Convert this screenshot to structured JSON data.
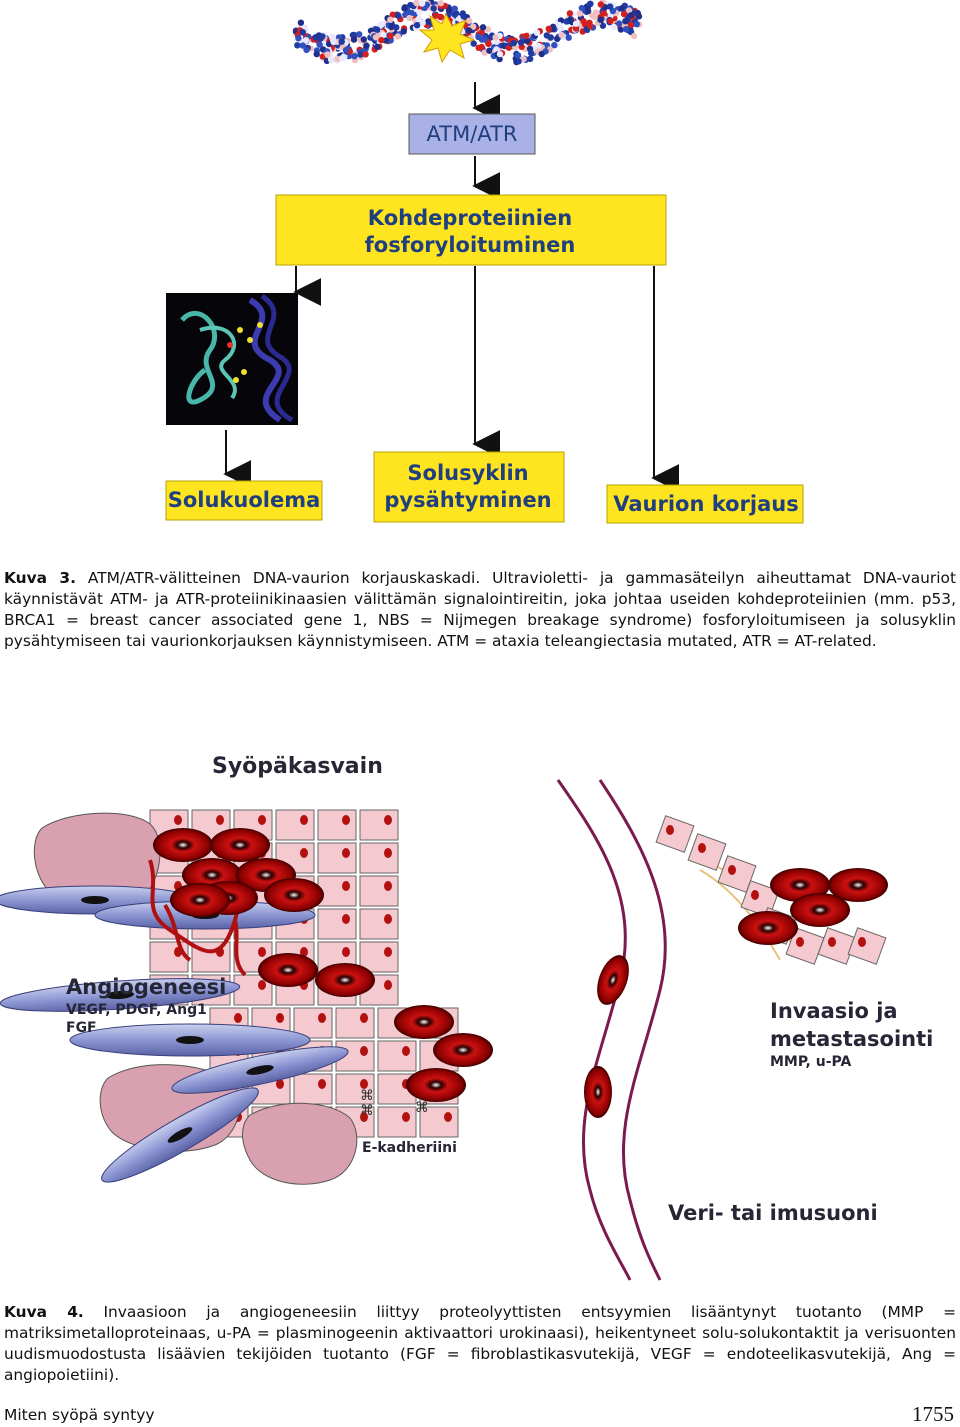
{
  "figure3": {
    "atm_box": "ATM/ATR",
    "target_box_line1": "Kohdeproteiinien",
    "target_box_line2": "fosforyloituminen",
    "death_box": "Solukuolema",
    "cycle_box_line1": "Solusyklin",
    "cycle_box_line2": "pysähtyminen",
    "repair_box": "Vaurion korjaus",
    "caption_label": "Kuva 3.",
    "caption_text": "ATM/ATR-välitteinen DNA-vaurion korjauskaskadi. Ultravioletti- ja gammasäteilyn aiheuttamat DNA-vauriot käynnistävät ATM- ja ATR-proteiinikinaasien välittämän signalointireitin, joka johtaa useiden kohdeproteiinien (mm. p53, BRCA1 = breast cancer associated gene 1, NBS = Nijmegen breakage syndrome) fosforyloitumiseen ja solusyklin pysähtymiseen tai vaurionkorjauksen käynnistymiseen. ATM = ataxia teleangiectasia mutated, ATR = AT-related."
  },
  "figure4": {
    "title": "Syöpäkasvain",
    "angio_title": "Angiogeneesi",
    "angio_sub1": "VEGF, PDGF, Ang1",
    "angio_sub2": "FGF",
    "ecad": "E-kadheriini",
    "invasion_line1": "Invaasio ja",
    "invasion_line2": "metastasointi",
    "invasion_sub": "MMP, u-PA",
    "vessel": "Veri- tai imusuoni",
    "caption_label": "Kuva 4.",
    "caption_text": "Invaasioon ja angiogeneesiin liittyy proteolyyttisten entsyymien lisääntynyt tuotanto (MMP = matriksimetalloproteinaas, u-PA = plasminogeenin aktivaattori urokinaasi), heikentyneet solu-solukontaktit ja verisuonten uudismuodostusta lisäävien tekijöiden tuotanto (FGF = fibroblastikasvutekijä, VEGF = endoteelikasvutekijä, Ang = angiopoietiini)."
  },
  "footer": {
    "left": "Miten syöpä syntyy",
    "page_number": "1755"
  },
  "colors": {
    "yellow_box": "#ffe51f",
    "atm_box": "#aab1e6",
    "label_blue": "#1f3f7f",
    "tumor_cell": "#f4c9cf",
    "red_cell": "#cc1111"
  }
}
